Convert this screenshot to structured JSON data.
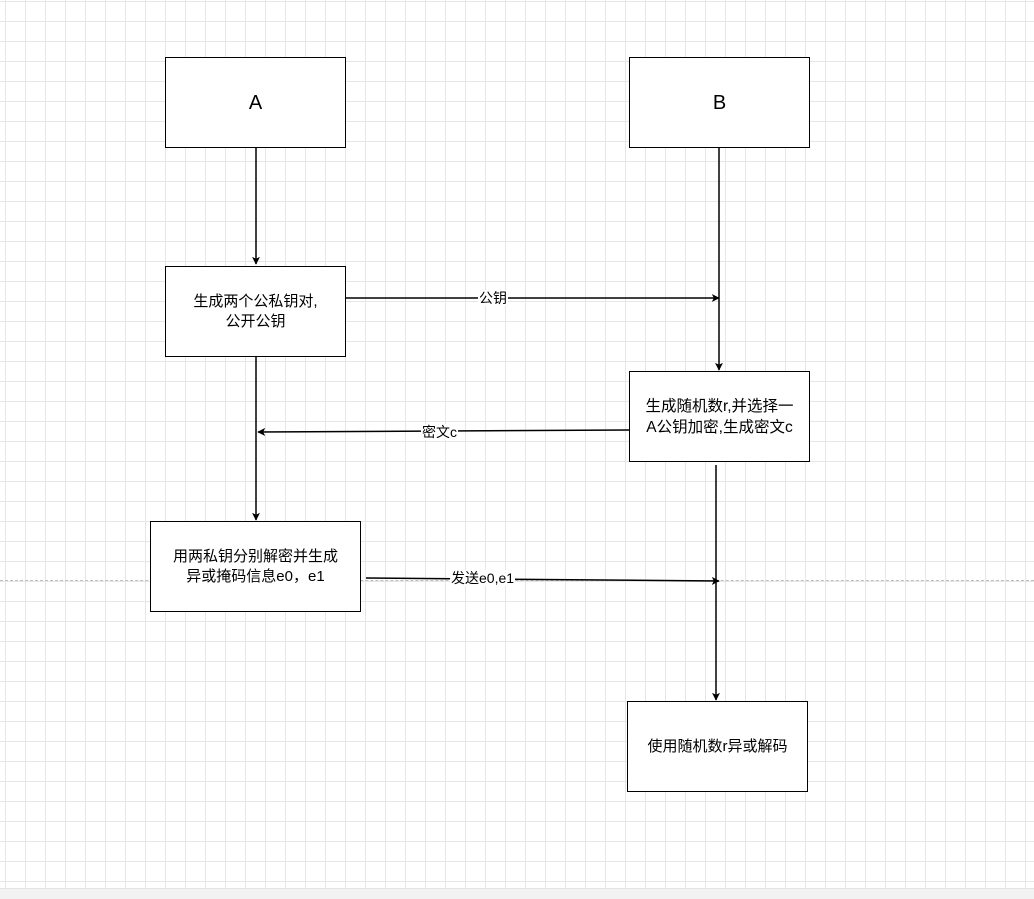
{
  "diagram": {
    "nodes": {
      "a": {
        "label": "A"
      },
      "b": {
        "label": "B"
      },
      "gen_keys": {
        "label": "生成两个公私钥对,\n公开公钥"
      },
      "gen_random": {
        "label": "生成随机数r,并选择一\nA公钥加密,生成密文c"
      },
      "decrypt": {
        "label": "用两私钥分别解密并生成\n异或掩码信息e0，e1"
      },
      "decode": {
        "label": "使用随机数r异或解码"
      }
    },
    "edges": {
      "public_key": {
        "label": "公钥"
      },
      "ciphertext": {
        "label": "密文c"
      },
      "send_e": {
        "label": "发送e0,e1"
      }
    }
  },
  "colors": {
    "stroke": "#000000",
    "grid": "#e6e6e6",
    "background": "#ffffff"
  }
}
